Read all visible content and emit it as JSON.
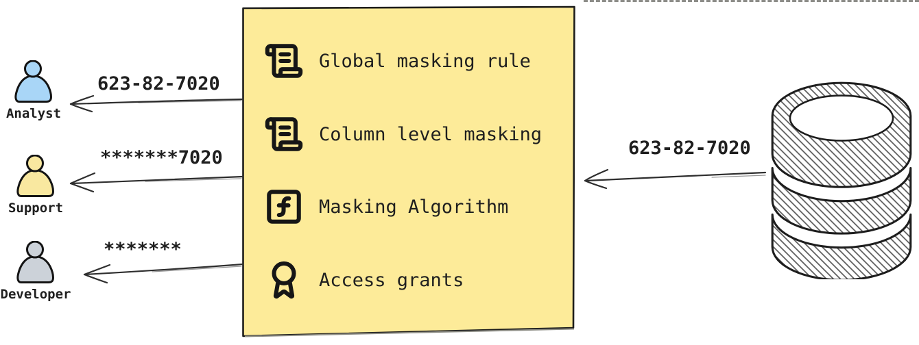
{
  "panel": {
    "bg": "#fdeb99",
    "border": "#1d1d1b",
    "items": [
      {
        "icon": "scroll-text-icon",
        "label": "Global masking rule"
      },
      {
        "icon": "scroll-text-icon",
        "label": "Column level masking"
      },
      {
        "icon": "square-function-icon",
        "label": "Masking Algorithm"
      },
      {
        "icon": "award-icon",
        "label": "Access grants"
      }
    ]
  },
  "personas": [
    {
      "label": "Analyst",
      "fill": "#a9d6f7",
      "received_value": "623-82-7020"
    },
    {
      "label": "Support",
      "fill": "#f9e8a0",
      "received_value": "*******7020"
    },
    {
      "label": "Developer",
      "fill": "#ccd2d9",
      "received_value": "*******"
    }
  ],
  "database": {
    "icon": "database-icon",
    "sent_value": "623-82-7020"
  },
  "colors": {
    "ink": "#1f1f1f",
    "arrow": "#2e2e2e"
  }
}
